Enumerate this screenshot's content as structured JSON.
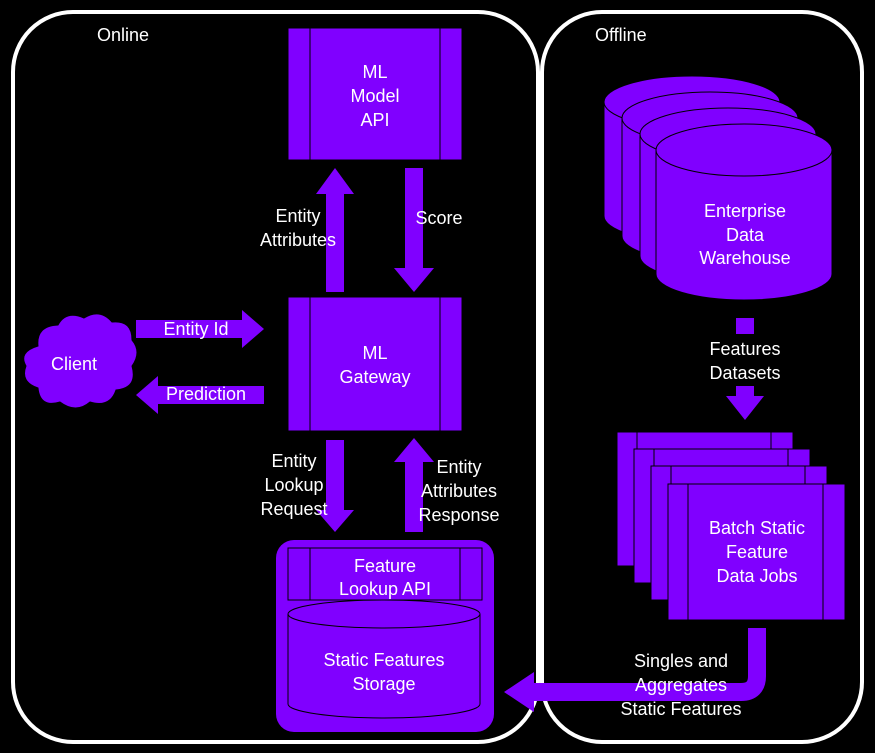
{
  "colors": {
    "background": "#000000",
    "purple": "#8000ff",
    "outline": "#ffffff",
    "text": "#ffffff"
  },
  "panels": {
    "online": "Online",
    "offline": "Offline"
  },
  "nodes": {
    "ml_model_api": [
      "ML",
      "Model",
      "API"
    ],
    "ml_gateway": [
      "ML",
      "Gateway"
    ],
    "client": "Client",
    "feature_lookup_api": [
      "Feature",
      "Lookup API"
    ],
    "static_features_storage": [
      "Static Features",
      "Storage"
    ],
    "enterprise_dw": [
      "Enterprise",
      "Data",
      "Warehouse"
    ],
    "batch_jobs": [
      "Batch Static",
      "Feature",
      "Data Jobs"
    ]
  },
  "edges": {
    "entity_attributes": [
      "Entity",
      "Attributes"
    ],
    "score": "Score",
    "entity_id": "Entity Id",
    "prediction": "Prediction",
    "entity_lookup_request": [
      "Entity",
      "Lookup",
      "Request"
    ],
    "entity_attributes_response": [
      "Entity",
      "Attributes",
      "Response"
    ],
    "features_datasets": [
      "Features",
      "Datasets"
    ],
    "singles_aggregates": [
      "Singles and",
      "Aggregates",
      "Static Features"
    ]
  }
}
